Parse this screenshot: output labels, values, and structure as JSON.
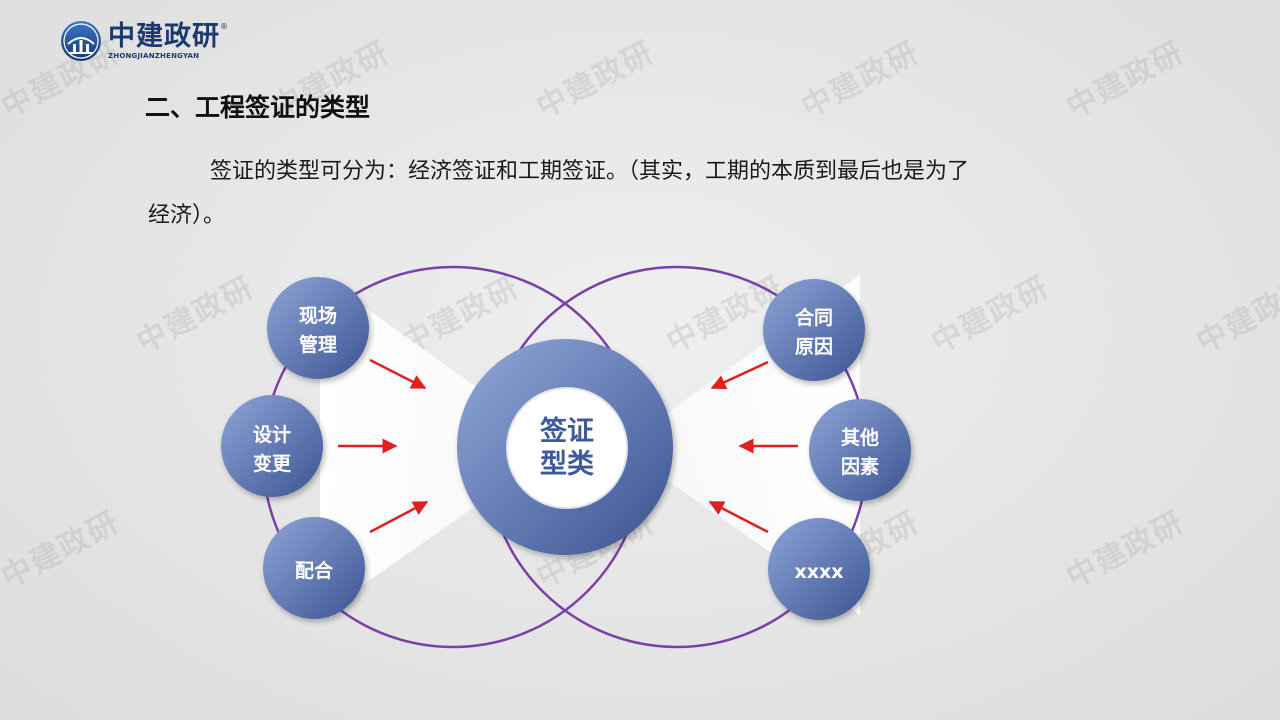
{
  "logo": {
    "cn": "中建政研",
    "registered": "®",
    "en": "ZHONGJIANZHENGYAN"
  },
  "watermark_text": "中建政研",
  "heading": "二、工程签证的类型",
  "body_text": "签证的类型可分为：经济签证和工期签证。（其实，工期的本质到最后也是为了经济）。",
  "diagram": {
    "center": {
      "line1": "签证",
      "line2": "型类"
    },
    "left_nodes": [
      {
        "line1": "现场",
        "line2": "管理"
      },
      {
        "line1": "设计",
        "line2": "变更"
      },
      {
        "line1": "配合",
        "line2": ""
      }
    ],
    "right_nodes": [
      {
        "line1": "合同",
        "line2": "原因"
      },
      {
        "line1": "其他",
        "line2": "因素"
      },
      {
        "line1": "xxxx",
        "line2": ""
      }
    ],
    "colors": {
      "node_fill_light": "#8aa0d4",
      "node_fill_dark": "#3f5896",
      "ring_stroke": "#7b3fa8",
      "arrow": "#e02020",
      "center_text": "#3d5a9e"
    }
  }
}
